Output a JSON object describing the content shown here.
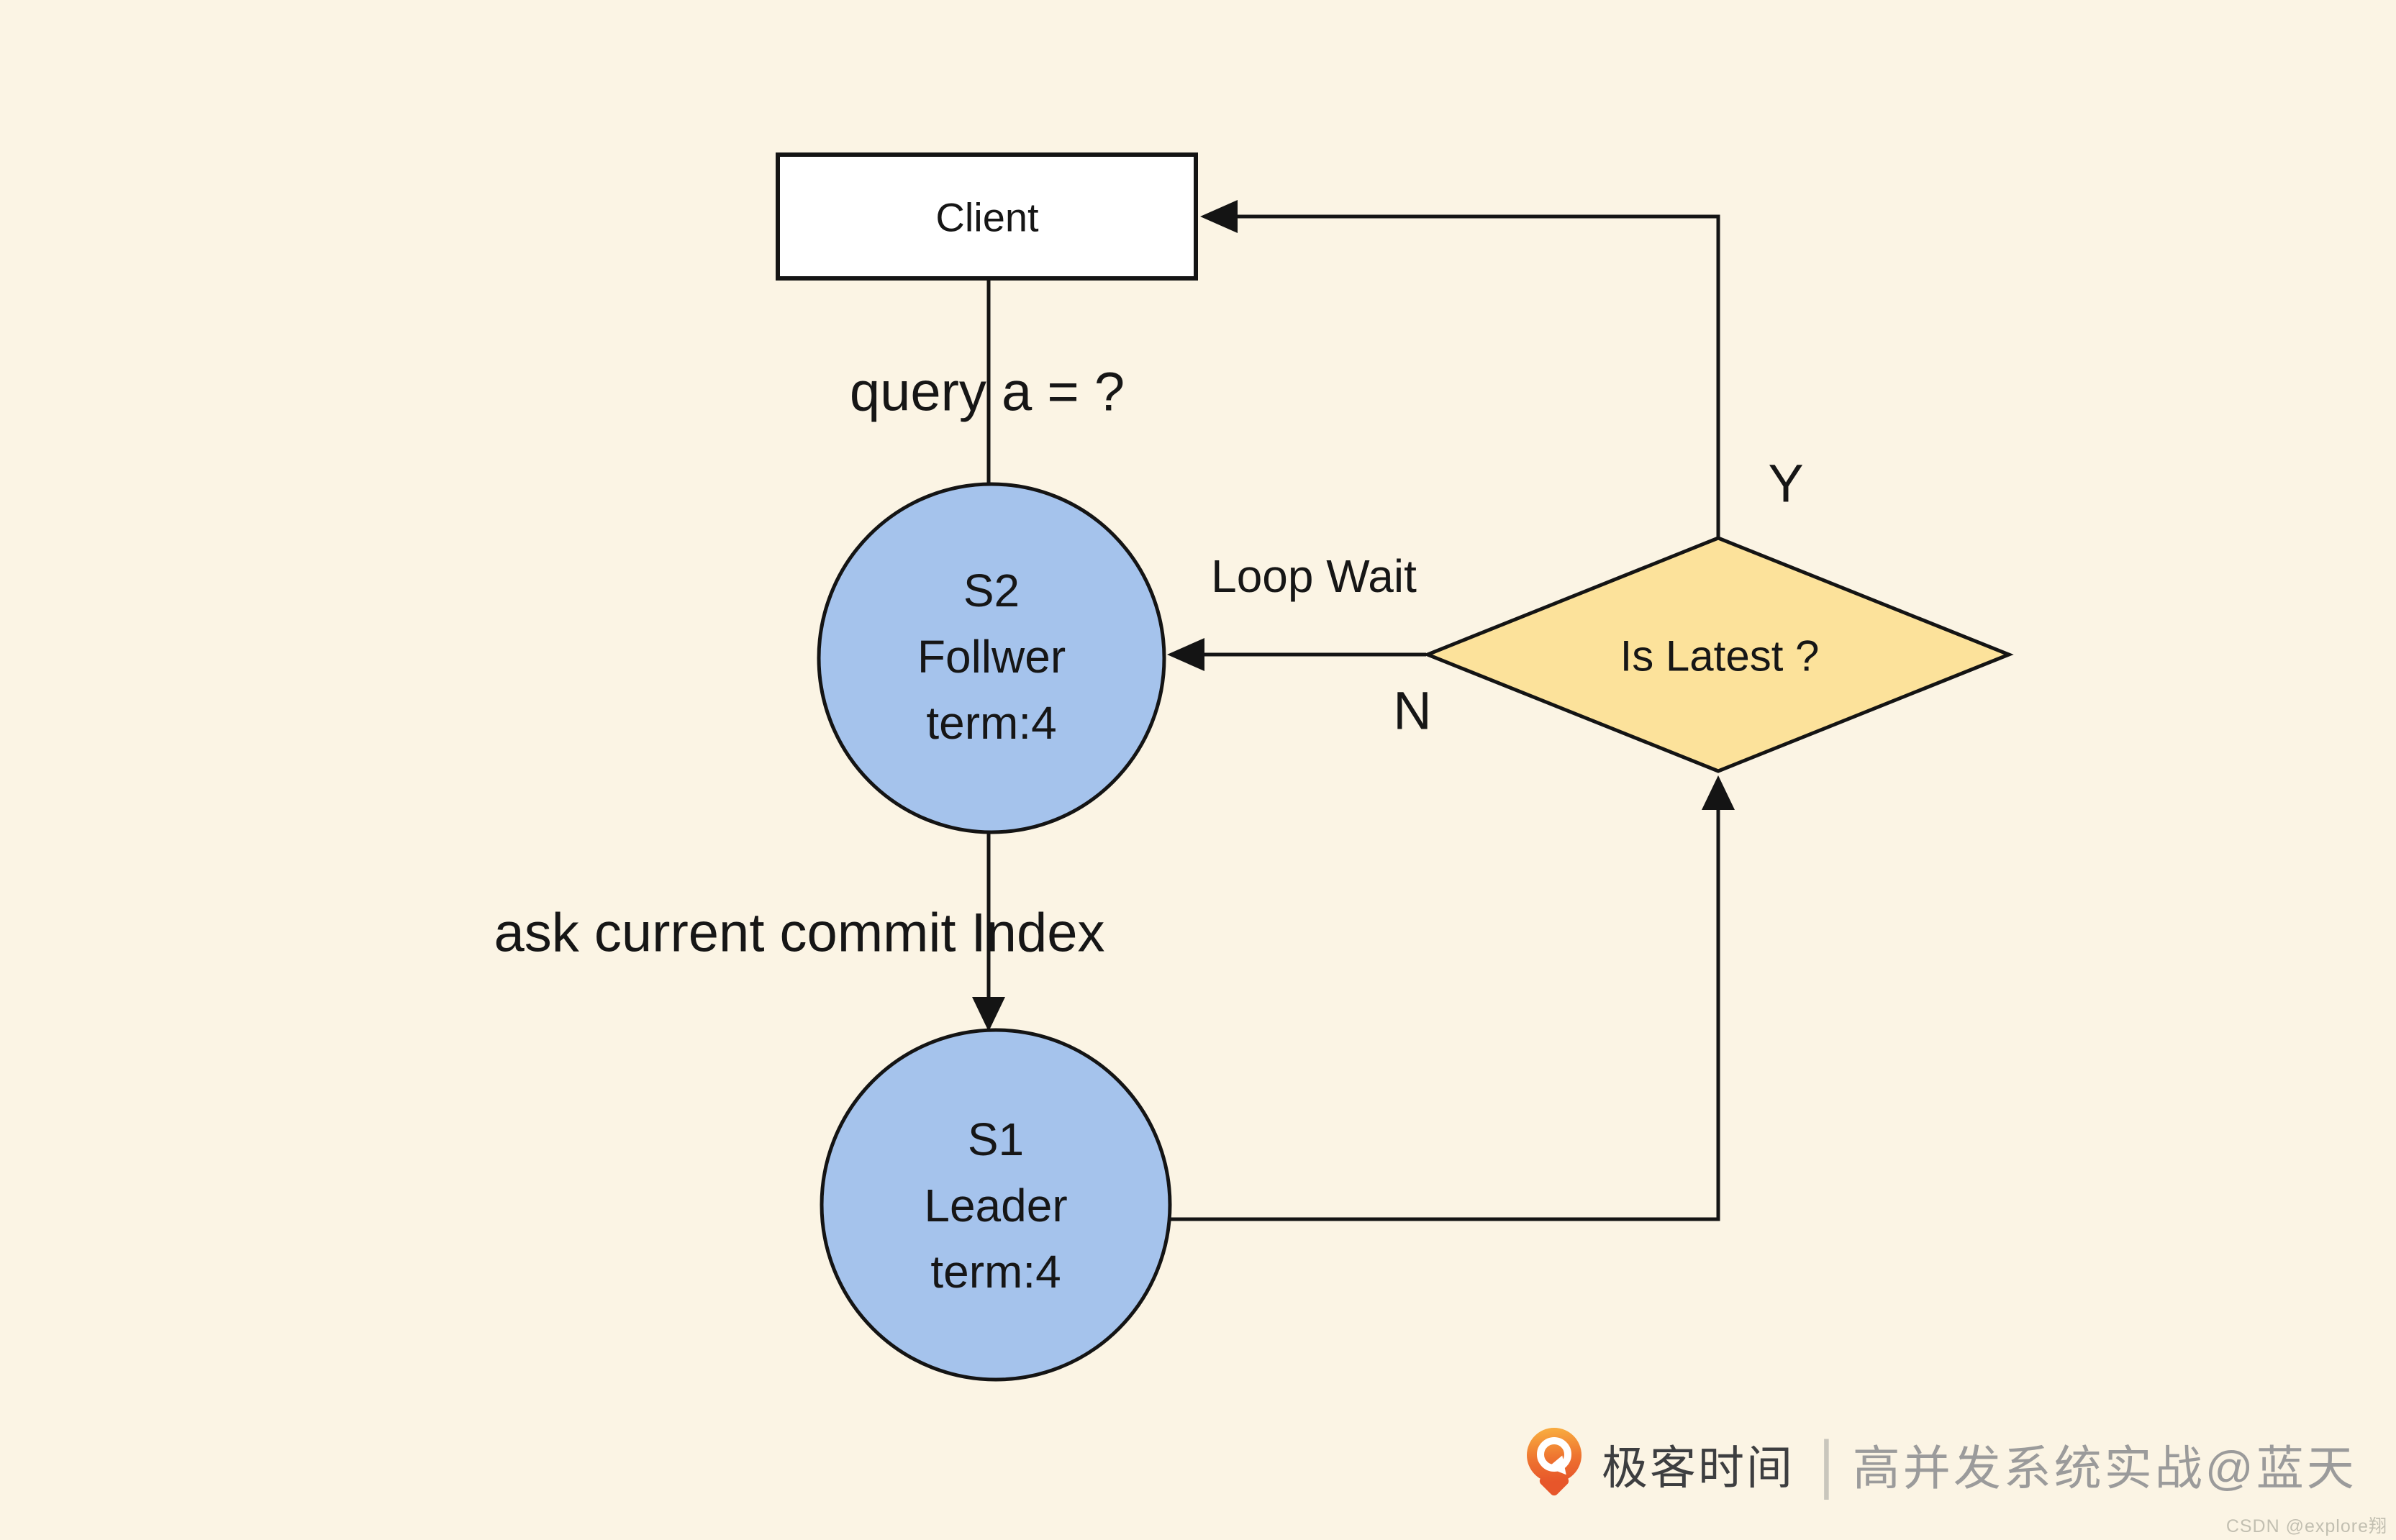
{
  "page": {
    "background": "#fbf4e4"
  },
  "colors": {
    "node_fill": "#a5c3ec",
    "decision_fill": "#fce29b",
    "stroke": "#141414",
    "client_box_fill": "#ffffff",
    "brand_orange": "#e7562a",
    "brand_text_dark": "#3d3e40",
    "brand_text_gray": "#9b9b9b"
  },
  "nodes": {
    "client": {
      "label": "Client"
    },
    "s2": {
      "name": "S2",
      "role": "Follwer",
      "term": "term:4"
    },
    "s1": {
      "name": "S1",
      "role": "Leader",
      "term": "term:4"
    },
    "decision": {
      "label": "Is Latest ?"
    }
  },
  "labels": {
    "query": "query a = ?",
    "loop_wait": "Loop Wait",
    "ask_commit": "ask current commit Index",
    "yes": "Y",
    "no": "N"
  },
  "branding": {
    "brand_name": "极客时间",
    "separator": "|",
    "course_title": "高并发系统实战@蓝天",
    "watermark": "CSDN @explore翔"
  }
}
